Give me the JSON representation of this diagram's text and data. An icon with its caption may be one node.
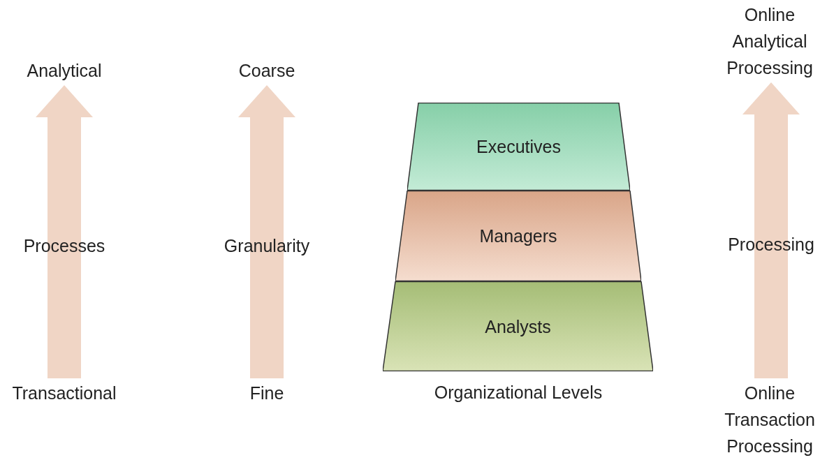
{
  "diagram": {
    "nodes": [
      {
        "text": [
          "Analytical"
        ]
      },
      {
        "text": [
          "Coarse"
        ]
      },
      {
        "text": [
          "Online Analytical Processing"
        ]
      },
      {
        "text": [
          "Executives"
        ]
      },
      {
        "text": [
          "Managers"
        ]
      },
      {
        "text": [
          "Analysts"
        ]
      },
      {
        "text": [
          "Transactional"
        ]
      },
      {
        "text": [
          "Fine"
        ]
      },
      {
        "text": [
          "Online Transaction Processing"
        ]
      }
    ],
    "edges": [
      {
        "from": 6,
        "to": 0,
        "arrow": "to",
        "label": "Processes"
      },
      {
        "from": 7,
        "to": 1,
        "arrow": "to",
        "label": "Granularity"
      },
      {
        "from": 8,
        "to": 2,
        "arrow": "to",
        "label": "Processing"
      }
    ],
    "labels": [
      "Organizational Levels"
    ]
  }
}
